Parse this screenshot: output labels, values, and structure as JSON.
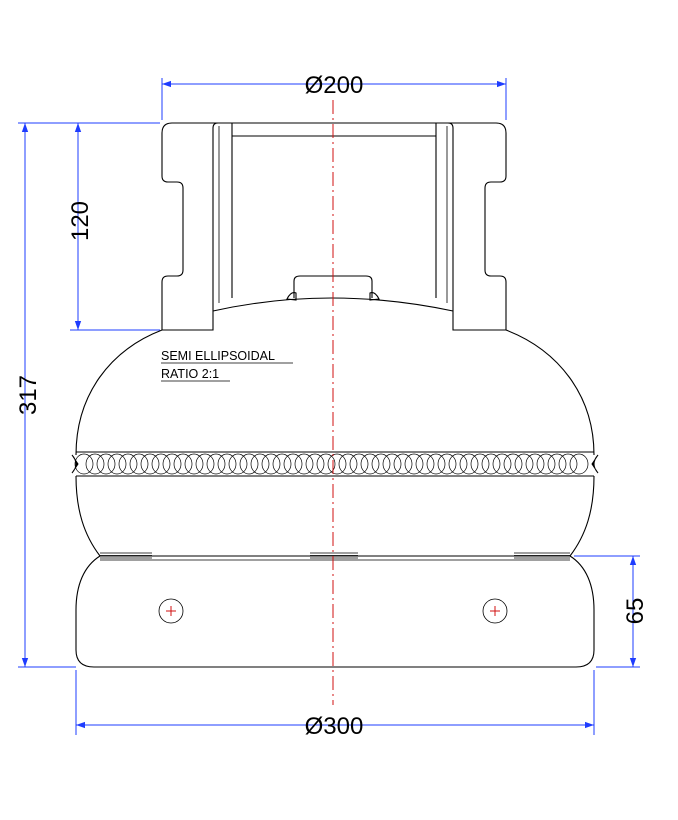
{
  "dimensions": {
    "top_diameter": "Ø200",
    "height_collar": "120",
    "height_total": "317",
    "height_footring": "65",
    "bottom_diameter": "Ø300"
  },
  "note": {
    "line1": "SEMI ELLIPSOIDAL",
    "line2": "RATIO 2:1"
  },
  "colors": {
    "outline": "#000000",
    "dimension": "#1e3cff",
    "centerline": "#d01010"
  }
}
